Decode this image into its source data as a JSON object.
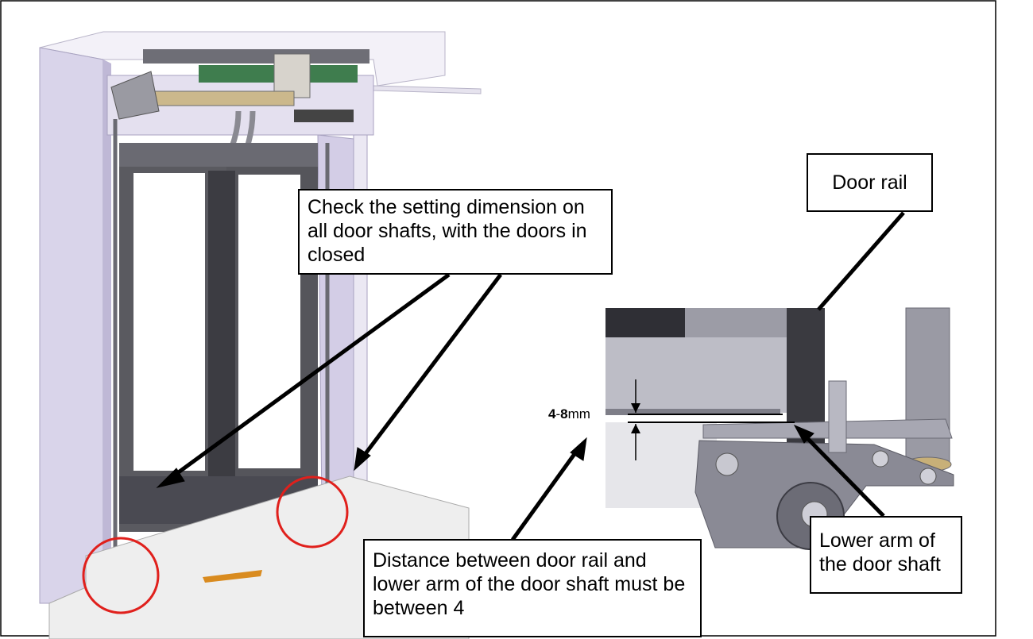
{
  "callouts": {
    "check_text": "Check the setting dimension on all door shafts, with the doors in closed",
    "rail_text": "Door rail",
    "distance_text": "Distance between door rail and lower arm of the door shaft must be between 4",
    "arm_text": "Lower arm of the door shaft"
  },
  "dimension": {
    "from": "4",
    "dash": "-",
    "to": "8",
    "unit": "mm"
  },
  "colors": {
    "highlight_circle": "#e0201c",
    "frame_lilac": "#cfc9e0",
    "metal_dark": "#4a4a50",
    "metal_mid": "#8c8c94",
    "floor": "#eeeeee"
  }
}
